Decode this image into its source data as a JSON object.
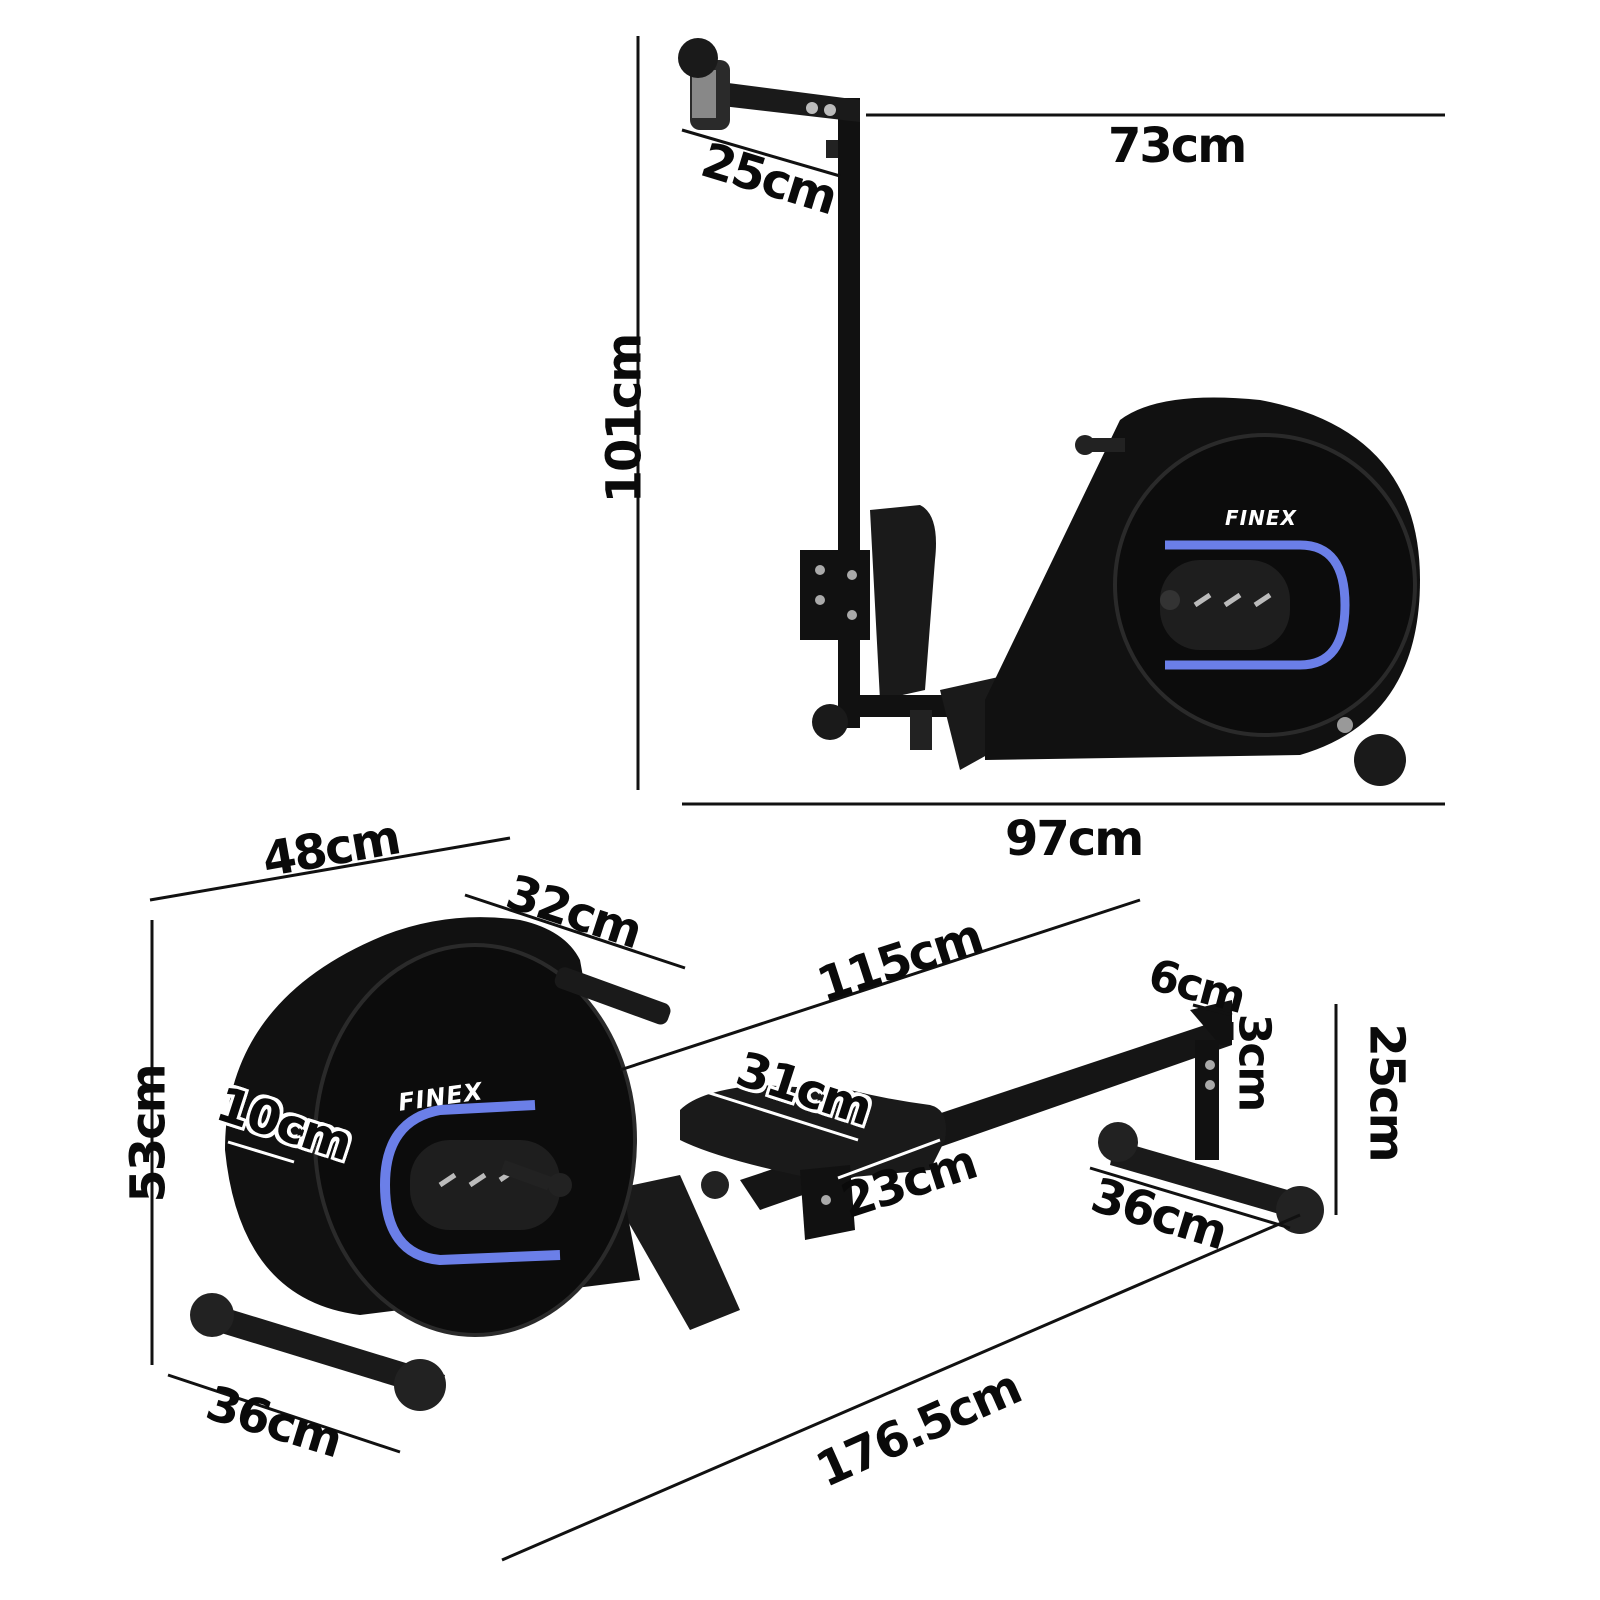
{
  "product": {
    "brand": "FINEX",
    "accent_color": "#6b7fe8",
    "body_color": "#111111"
  },
  "side_view": {
    "dimensions": {
      "handle_arm_length": "25cm",
      "top_length": "73cm",
      "height": "101cm",
      "base_length": "97cm"
    }
  },
  "perspective_view": {
    "dimensions": {
      "overall_width": "48cm",
      "handle_width": "32cm",
      "rail_length": "115cm",
      "seat_length": "31cm",
      "seat_width": "23cm",
      "flywheel_depth": "10cm",
      "rail_width": "6cm",
      "rail_height": "3cm",
      "rear_height": "25cm",
      "rear_foot_width": "36cm",
      "front_height": "53cm",
      "front_foot_width": "36cm",
      "overall_length": "176.5cm"
    }
  }
}
